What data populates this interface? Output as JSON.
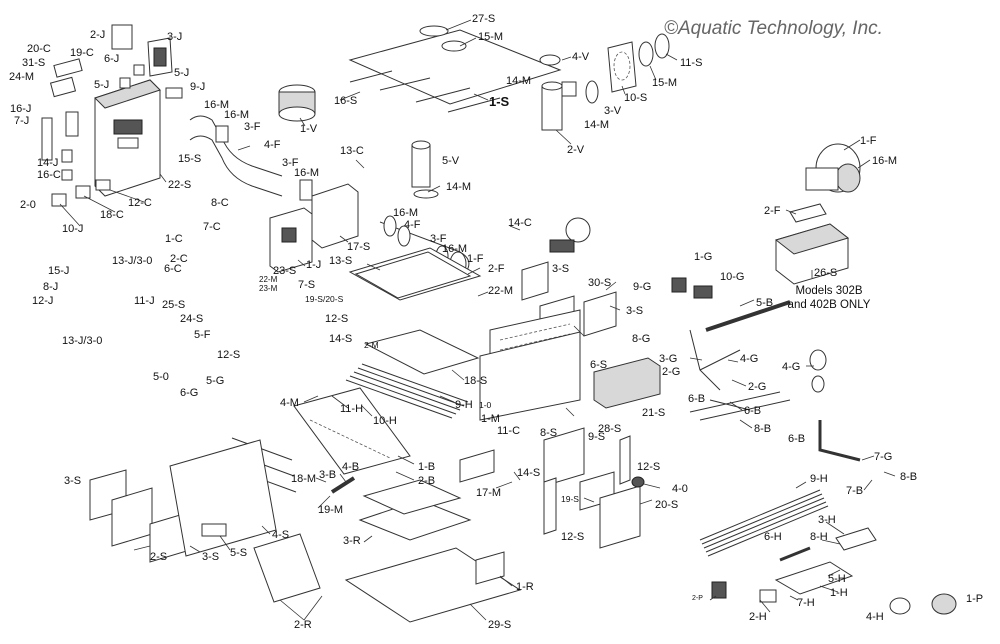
{
  "copyright": "©Aquatic Technology, Inc.",
  "models_note": [
    "Models 302B",
    "and 402B ONLY"
  ],
  "part_labels": [
    "27-S",
    "15-M",
    "1-S",
    "16-S",
    "1-V",
    "4-V",
    "14-M",
    "3-V",
    "14-M",
    "2-V",
    "10-S",
    "15-M",
    "11-S",
    "1-F",
    "16-M",
    "2-F",
    "26-S",
    "2-J",
    "3-J",
    "20-C",
    "31-S",
    "19-C",
    "24-M",
    "6-J",
    "5-J",
    "5-J",
    "9-J",
    "16-J",
    "7-J",
    "14-J",
    "16-C",
    "2-0",
    "18-C",
    "10-J",
    "12-C",
    "22-S",
    "16-M",
    "16-M",
    "3-F",
    "15-S",
    "4-F",
    "3-F",
    "16-M",
    "13-C",
    "5-V",
    "14-M",
    "8-C",
    "7-C",
    "1-C",
    "2-C",
    "6-C",
    "25-S",
    "24-S",
    "5-F",
    "12-S",
    "13-J/3-0",
    "15-J",
    "8-J",
    "12-J",
    "11-J",
    "13-J/3-0",
    "5-0",
    "23-S",
    "1-J",
    "17-S",
    "16-M",
    "4-F",
    "3-F",
    "16-M",
    "1-F",
    "2-F",
    "22-M",
    "14-C",
    "3-S",
    "30-S",
    "3-S",
    "13-S",
    "22-M",
    "23-M",
    "7-S",
    "19-S/20-S",
    "12-S",
    "14-S",
    "2-M",
    "18-S",
    "9-H",
    "10-H",
    "11-H",
    "4-M",
    "5-G",
    "6-G",
    "6-S",
    "21-S",
    "28-S",
    "1-0",
    "1-M",
    "11-C",
    "8-S",
    "9-S",
    "12-S",
    "1-B",
    "2-B",
    "3-B",
    "4-B",
    "18-M",
    "19-M",
    "14-S",
    "17-M",
    "4-0",
    "20-S",
    "19-S",
    "12-S",
    "9-G",
    "1-G",
    "10-G",
    "8-G",
    "5-B",
    "3-G",
    "2-G",
    "4-G",
    "2-G",
    "6-B",
    "6-B",
    "8-B",
    "4-G",
    "6-B",
    "7-G",
    "7-B",
    "8-B",
    "9-H",
    "3-S",
    "4-S",
    "2-S",
    "3-S",
    "5-S",
    "3-R",
    "2-R",
    "1-R",
    "29-S",
    "3-H",
    "8-H",
    "6-H",
    "5-H",
    "1-H",
    "2-H",
    "7-H",
    "2-P",
    "4-H",
    "1-P"
  ]
}
